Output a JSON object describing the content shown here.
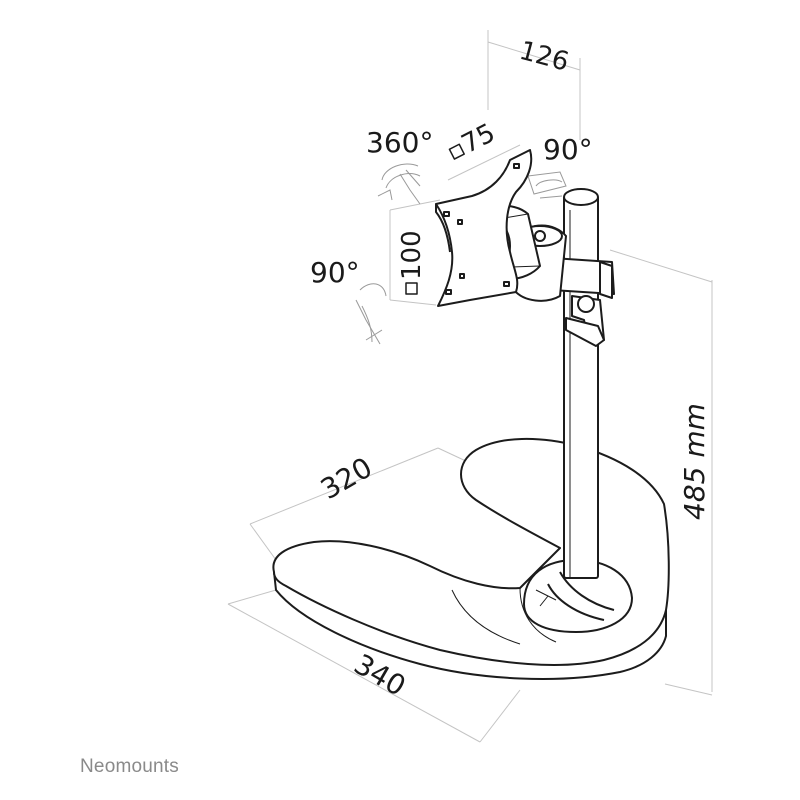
{
  "dimensions": {
    "width_top": "126",
    "rotate_360": "360°",
    "vesa_small": "75",
    "tilt_right": "90°",
    "vesa_large": "100",
    "tilt_left": "90°",
    "height": "485 mm",
    "depth": "320",
    "base_width": "340"
  },
  "brand": {
    "name": "Neomounts"
  }
}
